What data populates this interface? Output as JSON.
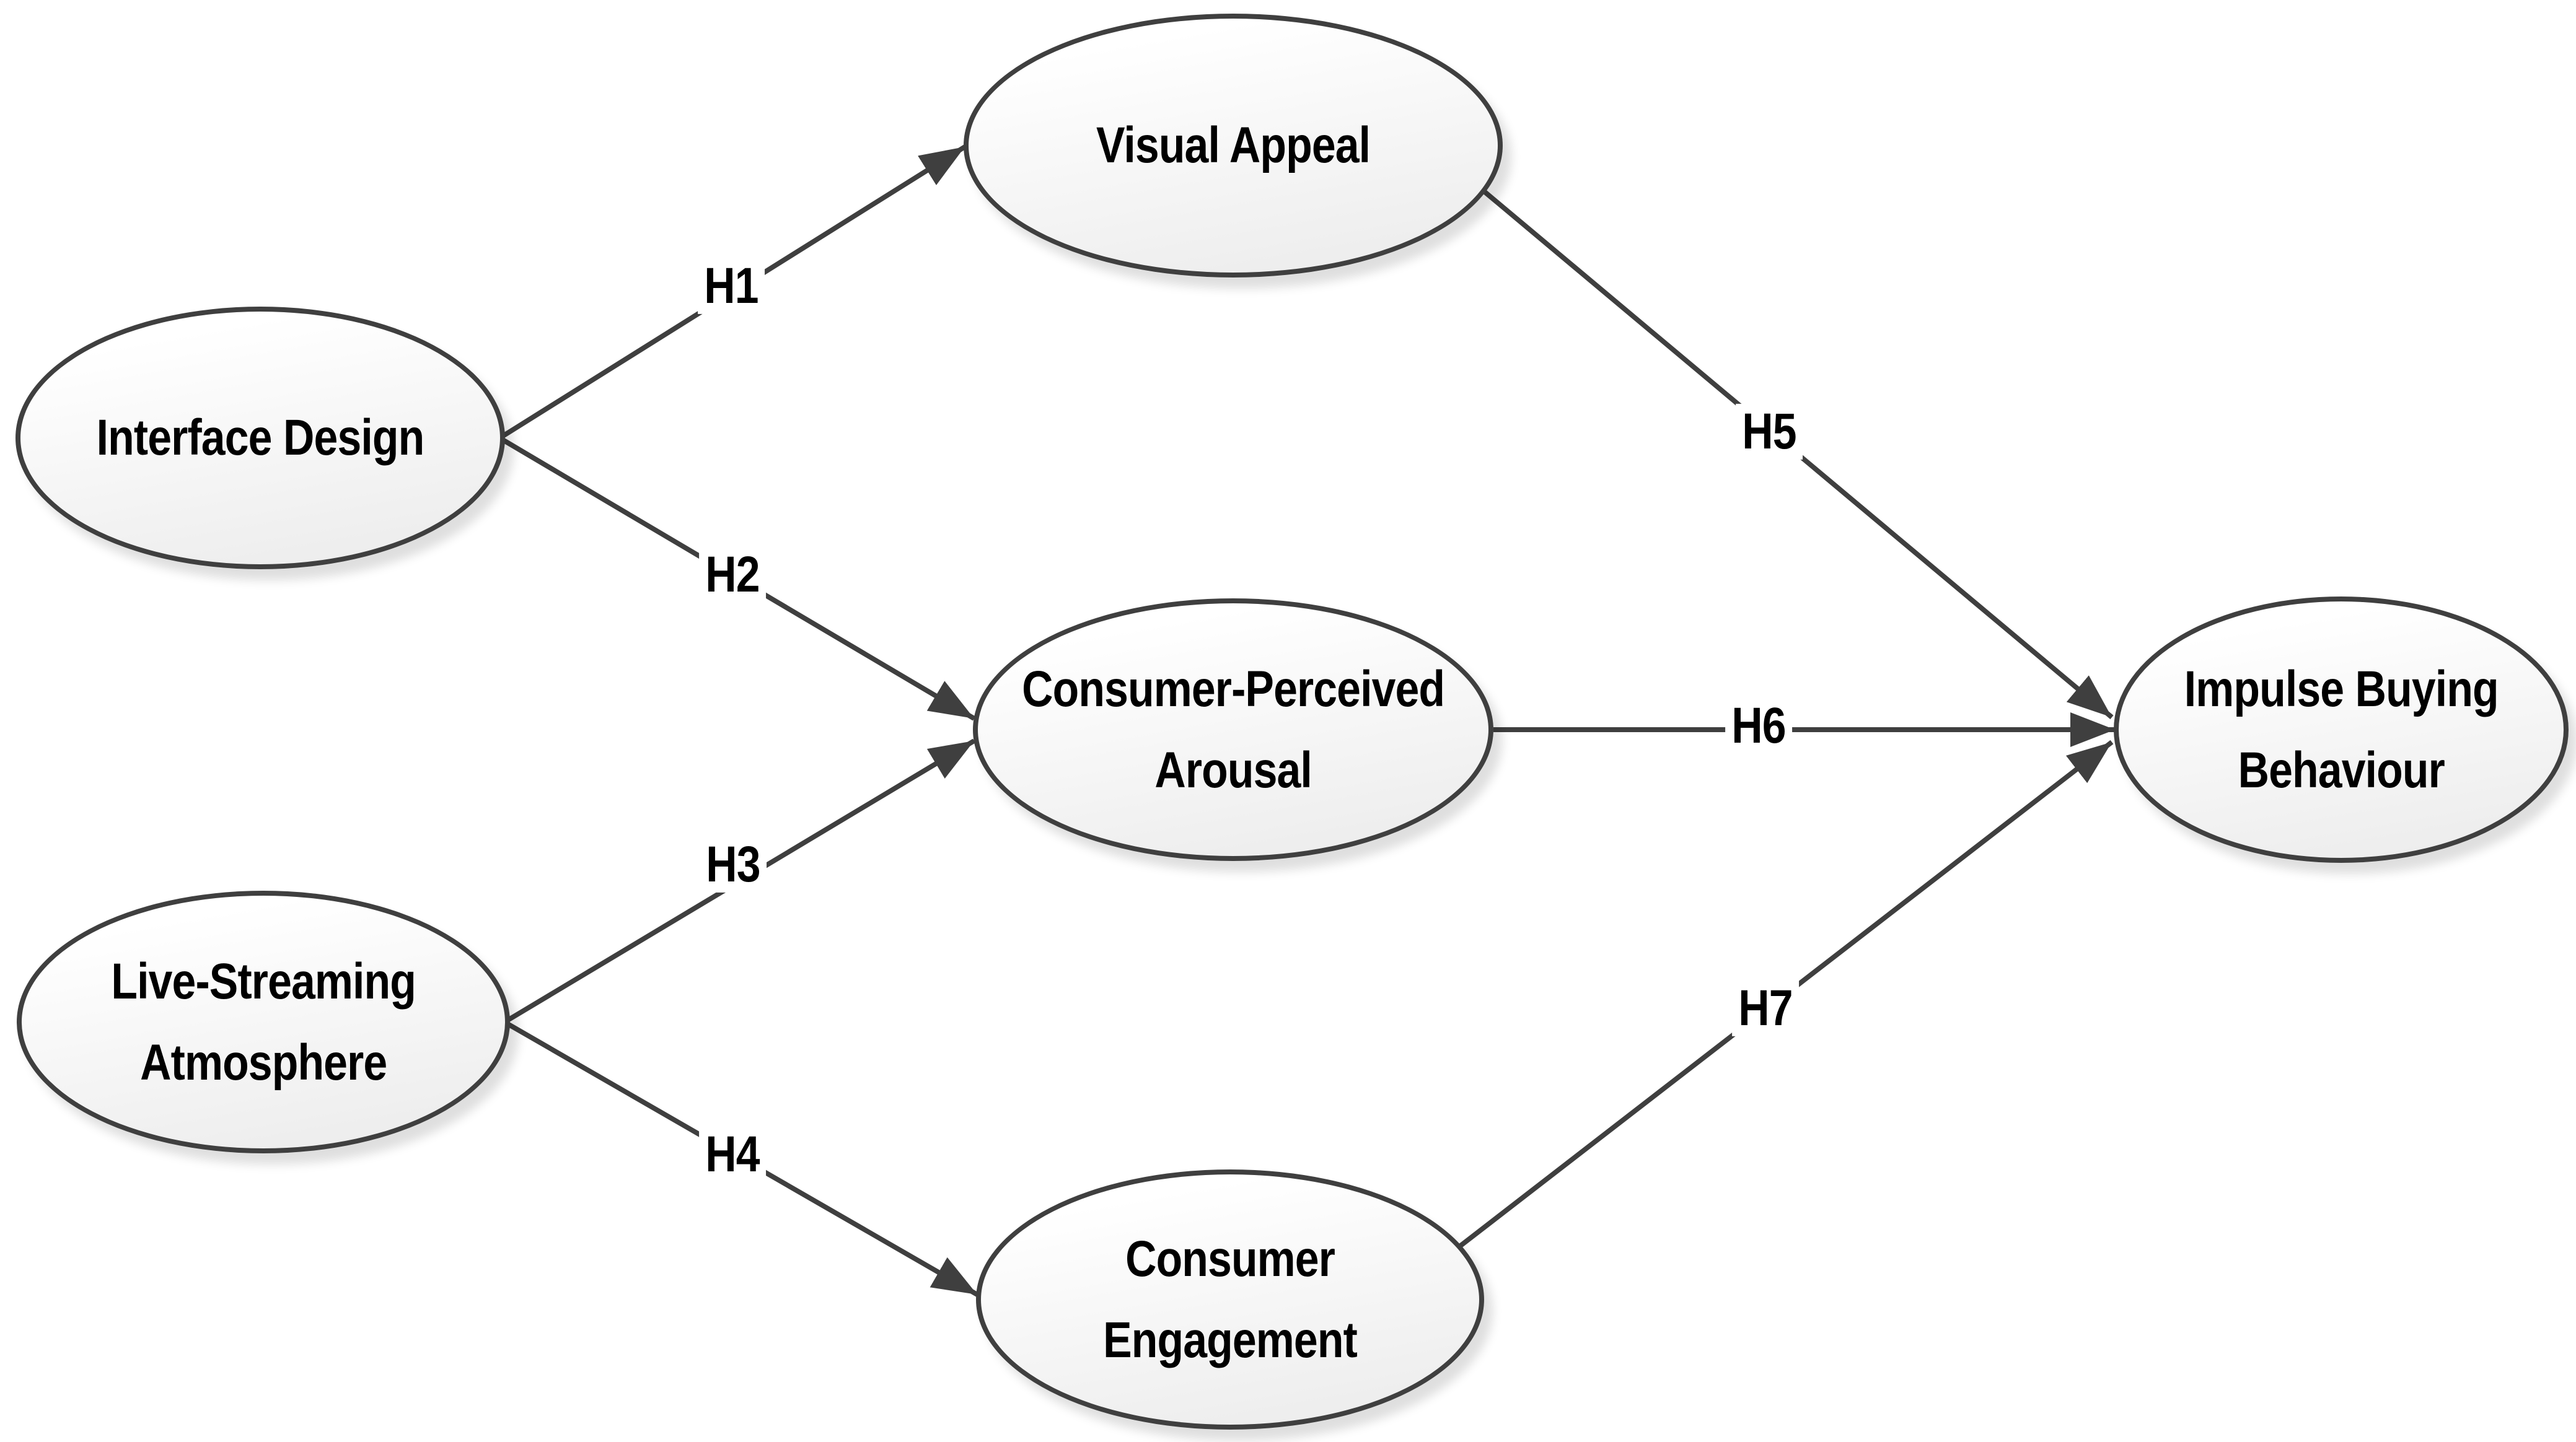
{
  "colors": {
    "stroke": "#3f3f3f",
    "node_fill_top": "#ffffff",
    "node_fill_bottom": "#ececec",
    "text": "#000000",
    "bg": "#ffffff"
  },
  "nodes": {
    "interface_design": {
      "lines": [
        "Interface Design"
      ]
    },
    "live_streaming_atmosphere": {
      "lines": [
        "Live-Streaming",
        "Atmosphere"
      ]
    },
    "visual_appeal": {
      "lines": [
        "Visual Appeal"
      ]
    },
    "consumer_perceived_arousal": {
      "lines": [
        "Consumer-Perceived",
        "Arousal"
      ]
    },
    "consumer_engagement": {
      "lines": [
        "Consumer",
        "Engagement"
      ]
    },
    "impulse_buying_behaviour": {
      "lines": [
        "Impulse Buying",
        "Behaviour"
      ]
    }
  },
  "arrows": {
    "h1": {
      "label": "H1",
      "from": "interface_design",
      "to": "visual_appeal"
    },
    "h2": {
      "label": "H2",
      "from": "interface_design",
      "to": "consumer_perceived_arousal"
    },
    "h3": {
      "label": "H3",
      "from": "live_streaming_atmosphere",
      "to": "consumer_perceived_arousal"
    },
    "h4": {
      "label": "H4",
      "from": "live_streaming_atmosphere",
      "to": "consumer_engagement"
    },
    "h5": {
      "label": "H5",
      "from": "visual_appeal",
      "to": "impulse_buying_behaviour"
    },
    "h6": {
      "label": "H6",
      "from": "consumer_perceived_arousal",
      "to": "impulse_buying_behaviour"
    },
    "h7": {
      "label": "H7",
      "from": "consumer_engagement",
      "to": "impulse_buying_behaviour"
    }
  }
}
